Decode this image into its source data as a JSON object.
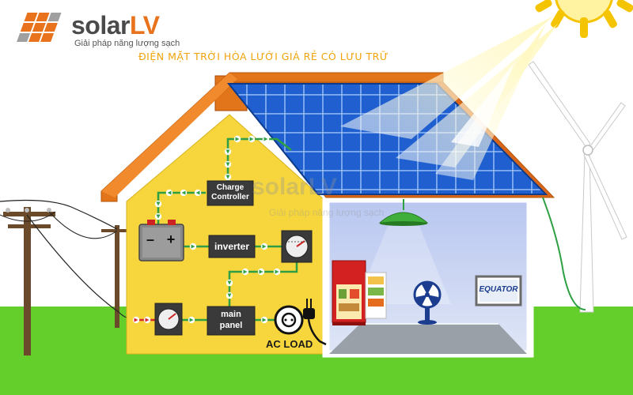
{
  "brand": {
    "name_part1": "solar",
    "name_part2": "LV",
    "tagline": "Giải pháp năng lượng sạch"
  },
  "headline": "ĐIỆN MẶT TRỜI HÒA LƯỚI GIÁ RẺ CÓ LƯU TRỮ",
  "components": {
    "charge_controller_line1": "Charge",
    "charge_controller_line2": "Controller",
    "inverter": "inverter",
    "main_panel_line1": "main",
    "main_panel_line2": "panel",
    "ac_load": "AC LOAD",
    "battery_minus": "–",
    "battery_plus": "+",
    "tv_brand": "EQUATOR"
  },
  "colors": {
    "house_wall": "#f6d63c",
    "roof": "#e2741a",
    "solar_panel": "#1f5fcf",
    "room_interior": "#c7d3f2",
    "grass": "#64cf2a",
    "flow_arrow": "#2ea043",
    "grid_arrow": "#d62828",
    "box_fill": "#3a3a3a"
  }
}
